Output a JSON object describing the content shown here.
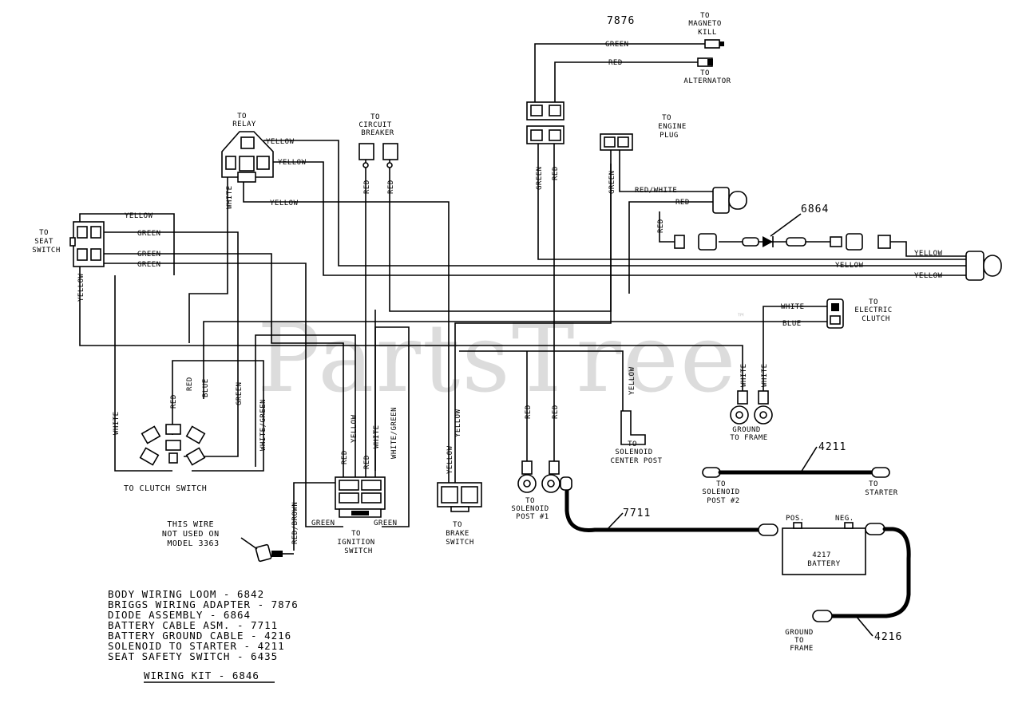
{
  "watermark": {
    "text": "PartsTree",
    "mark": "™"
  },
  "destinations": {
    "magneto_kill": [
      "TO",
      "MAGNETO",
      "KILL"
    ],
    "alternator": [
      "TO",
      "ALTERNATOR"
    ],
    "relay": [
      "TO",
      "RELAY"
    ],
    "circuit_breaker": [
      "TO",
      "CIRCUIT",
      "BREAKER"
    ],
    "engine_plug": [
      "TO",
      "ENGINE",
      "PLUG"
    ],
    "seat_switch": [
      "TO",
      "SEAT",
      "SWITCH"
    ],
    "electric_clutch": [
      "TO",
      "ELECTRIC",
      "CLUTCH"
    ],
    "clutch_switch": "TO CLUTCH SWITCH",
    "ignition_switch": [
      "TO",
      "IGNITION",
      "SWITCH"
    ],
    "brake_switch": [
      "TO",
      "BRAKE",
      "SWITCH"
    ],
    "solenoid_post1": [
      "TO",
      "SOLENOID",
      "POST #1"
    ],
    "solenoid_center": [
      "TO",
      "SOLENOID",
      "CENTER POST"
    ],
    "ground_frame_clutch": [
      "GROUND",
      "TO FRAME"
    ],
    "solenoid_post2": [
      "TO",
      "SOLENOID",
      "POST #2"
    ],
    "starter": [
      "TO",
      "STARTER"
    ],
    "ground_frame_battery": [
      "GROUND",
      "TO",
      "FRAME"
    ]
  },
  "part_numbers": {
    "adapter": "7876",
    "diode": "6864",
    "solenoid_starter": "4211",
    "battery_cable": "7711",
    "battery_ground": "4216"
  },
  "battery": {
    "pos": "POS.",
    "neg": "NEG.",
    "label": [
      "4217",
      "BATTERY"
    ]
  },
  "note": [
    "THIS WIRE",
    "NOT USED ON",
    "MODEL 3363"
  ],
  "wire_labels": {
    "green": "GREEN",
    "red": "RED",
    "yellow": "YELLOW",
    "white": "WHITE",
    "blue": "BLUE",
    "red_white": "RED/WHITE",
    "white_green": "WHITE/GREEN",
    "red_brown": "RED/BROWN"
  },
  "parts_list": [
    "BODY WIRING LOOM - 6842",
    "BRIGGS WIRING ADAPTER - 7876",
    "DIODE ASSEMBLY - 6864",
    "BATTERY CABLE ASM. - 7711",
    "BATTERY GROUND CABLE - 4216",
    "SOLENOID TO STARTER - 4211",
    "SEAT SAFETY SWITCH - 6435"
  ],
  "kit_title": "WIRING KIT - 6846"
}
